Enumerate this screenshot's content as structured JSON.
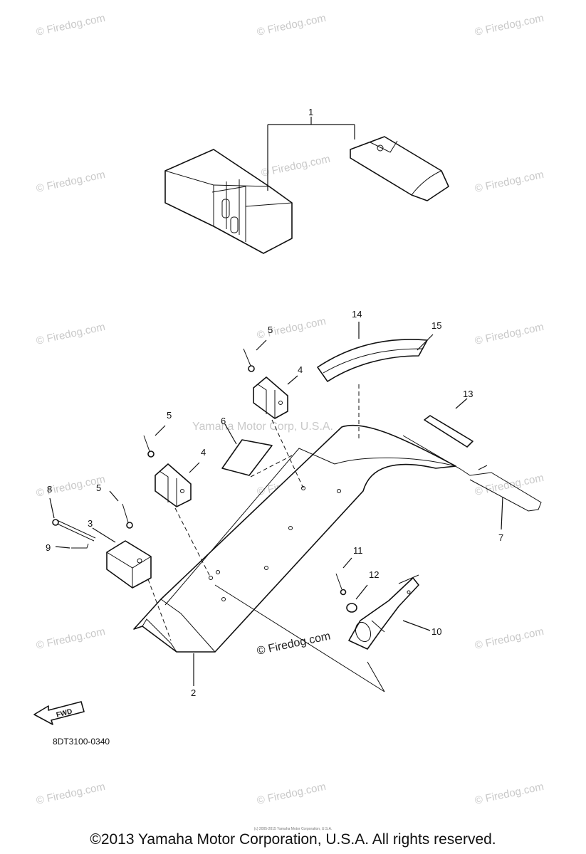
{
  "watermark": {
    "text": "© Firedog.com",
    "center_text": "Yamaha Motor Corp, U.S.A."
  },
  "callouts": [
    "1",
    "2",
    "3",
    "4",
    "4",
    "5",
    "5",
    "5",
    "6",
    "7",
    "8",
    "9",
    "10",
    "11",
    "12",
    "13",
    "14",
    "15"
  ],
  "fwd_label": "FWD",
  "diagram_code": "8DT3100-0340",
  "footer": {
    "copyright": "©2013 Yamaha Motor Corporation, U.S.A. All rights reserved.",
    "small_print": "(c) 2005-2015 Yamaha Motor Corporation, U.S.A."
  }
}
